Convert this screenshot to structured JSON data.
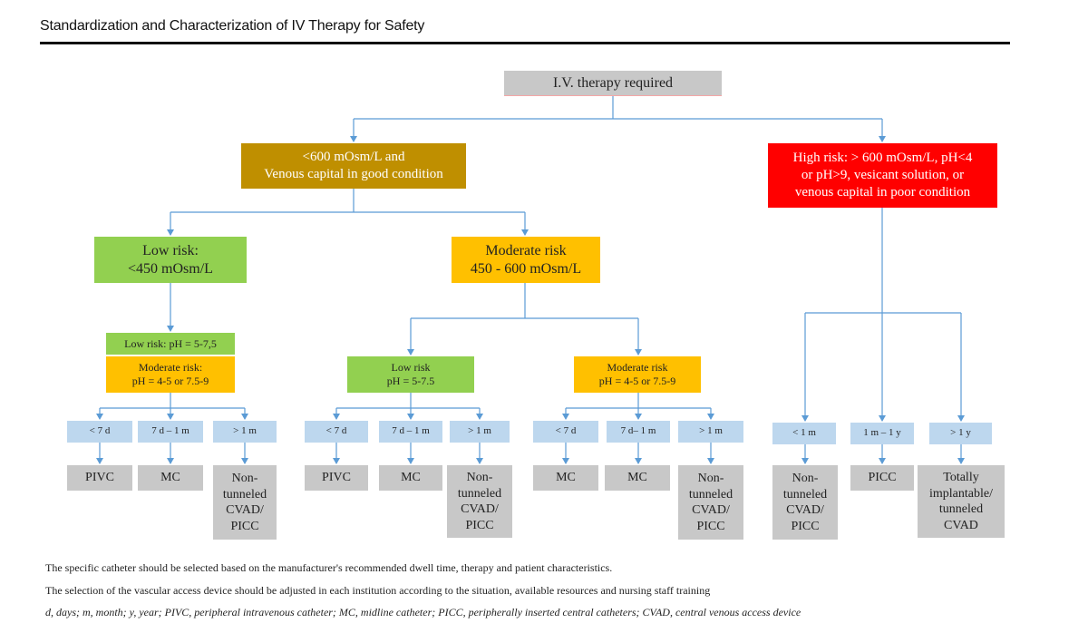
{
  "header": {
    "title": "Standardization and Characterization of IV Therapy for Safety"
  },
  "root": "I.V. therapy required",
  "branch_left": {
    "label_line1": "<600 mOsm/L and",
    "label_line2": "Venous capital in good condition"
  },
  "branch_right": {
    "label_line1": "High risk: > 600 mOsm/L, pH<4",
    "label_line2": "or pH>9, vesicant solution, or",
    "label_line3": "venous capital in poor condition"
  },
  "low_risk": {
    "label_line1": "Low risk:",
    "label_line2": "<450 mOsm/L"
  },
  "moderate_risk": {
    "label_line1": "Moderate risk",
    "label_line2": "450 - 600 mOsm/L"
  },
  "ph_low_group": {
    "low_label": "Low risk: pH = 5-7,5",
    "moderate_line1": "Moderate risk:",
    "moderate_line2": "pH = 4-5 or 7.5-9"
  },
  "ph_mid_low": {
    "line1": "Low risk",
    "line2": "pH = 5-7.5"
  },
  "ph_mid_moderate": {
    "line1": "Moderate risk",
    "line2": "pH = 4-5 or 7.5-9"
  },
  "durations": {
    "g1": [
      "< 7 d",
      "7 d – 1 m",
      "> 1 m"
    ],
    "g2": [
      "< 7 d",
      "7 d – 1 m",
      "> 1 m"
    ],
    "g3": [
      "< 7 d",
      "7 d– 1 m",
      "> 1 m"
    ],
    "g4": [
      "< 1 m",
      "1 m – 1 y",
      "> 1 y"
    ]
  },
  "devices": {
    "g1": [
      "PIVC",
      "MC",
      "Non-\ntunneled\nCVAD/\nPICC"
    ],
    "g2": [
      "PIVC",
      "MC",
      "Non-\ntunneled\nCVAD/\nPICC"
    ],
    "g3": [
      "MC",
      "MC",
      "Non-\ntunneled\nCVAD/\nPICC"
    ],
    "g4": [
      "Non-\ntunneled\nCVAD/\nPICC",
      "PICC",
      "Totally\nimplantable/\ntunneled\nCVAD"
    ]
  },
  "footnotes": {
    "line1": "The specific catheter should be selected based on the manufacturer's recommended dwell time, therapy and patient characteristics.",
    "line2": "The selection of the vascular access device should be adjusted in each institution according to the situation, available resources and nursing staff training",
    "line3": "d, days; m, month; y, year; PIVC, peripheral intravenous catheter; MC, midline catheter; PICC, peripherally inserted central catheters; CVAD, central venous access device"
  },
  "colors": {
    "connector": "#5b9bd5",
    "gray": "#c8c8c8",
    "olive": "#bf8f00",
    "red": "#ff0000",
    "green": "#92d050",
    "amber": "#ffc000",
    "blue": "#bdd7ee"
  }
}
